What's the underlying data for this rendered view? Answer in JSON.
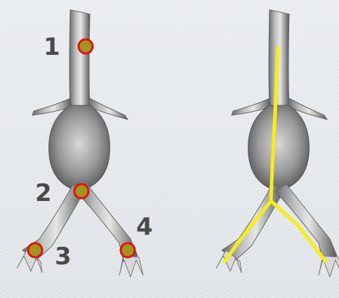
{
  "markers": [
    {
      "label": "1"
    },
    {
      "label": "2"
    },
    {
      "label": "3"
    },
    {
      "label": "4"
    }
  ],
  "colors": {
    "marker_fill": "#a3941f",
    "marker_ring": "#e01212",
    "centerline": "#f5ee18",
    "vessel_dark": "#5a5a5a",
    "vessel_light": "#e8e8e8",
    "label": "#4a4a4a"
  }
}
